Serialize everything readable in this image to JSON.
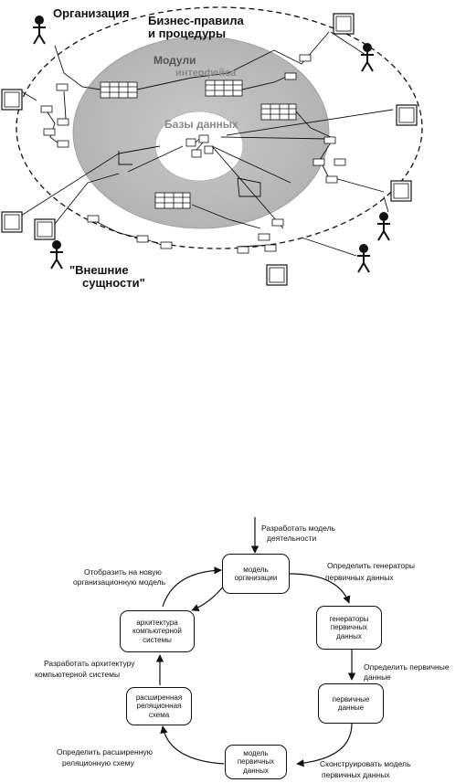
{
  "top": {
    "org": "Организация",
    "rules": [
      "Бизнес-правила",
      "и процедуры"
    ],
    "modules": [
      "Модули",
      "интерфейса"
    ],
    "db": "Базы данных",
    "external": [
      "\"Внешние",
      "сущности\""
    ]
  },
  "bottom": {
    "nodes": {
      "model_org": "модель\nорганизации",
      "generators": "генераторы\nпервичных\nданных",
      "primary": "первичные\nданные",
      "model_primary": "модель\nпервичных\nданных",
      "extended": "расширенная\nреляционная\nсхема",
      "architecture": "архитектура\nкомпьютерной\nсистемы"
    },
    "actions": {
      "develop": [
        "Разработать модель",
        "деятельности"
      ],
      "generators": [
        "Определить генераторы",
        "первичных данных"
      ],
      "primary": [
        "Определить первичные",
        "данные"
      ],
      "construct": [
        "Сконструировать модель",
        "первичных данных"
      ],
      "extended": [
        "Определить расширенную",
        "реляционную схему"
      ],
      "architecture": [
        "Разработать архитектуру",
        "компьютерной системы"
      ],
      "map": [
        "Отобразить на новую",
        "организационную модель"
      ]
    }
  }
}
